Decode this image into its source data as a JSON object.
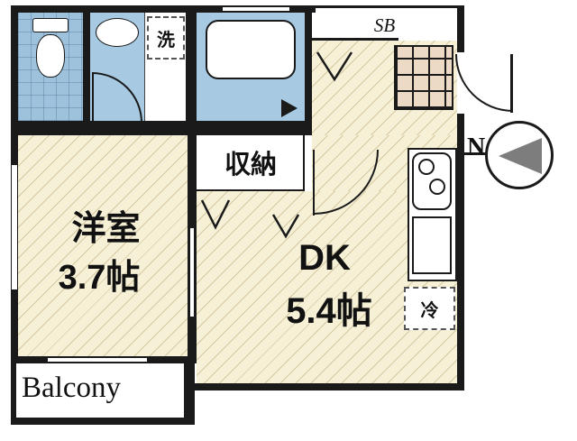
{
  "rooms": {
    "western": {
      "label": "洋室",
      "size": "3.7帖"
    },
    "dining_kitchen": {
      "label": "DK",
      "size": "5.4帖"
    },
    "closet": {
      "label": "収納"
    },
    "balcony": {
      "label": "Balcony"
    }
  },
  "fixtures": {
    "shoe_box": "SB",
    "washer": "洗",
    "fridge": "冷"
  },
  "compass": {
    "north": "N"
  },
  "colors": {
    "wall": "#1a1a1a",
    "wet_room_floor": "#a7c9e1",
    "tatami_floor": "#f6f0d6",
    "hatch_line": "#a89458",
    "kitchen_counter": "#ecd9c6",
    "compass_needle": "#7d7d7d"
  }
}
